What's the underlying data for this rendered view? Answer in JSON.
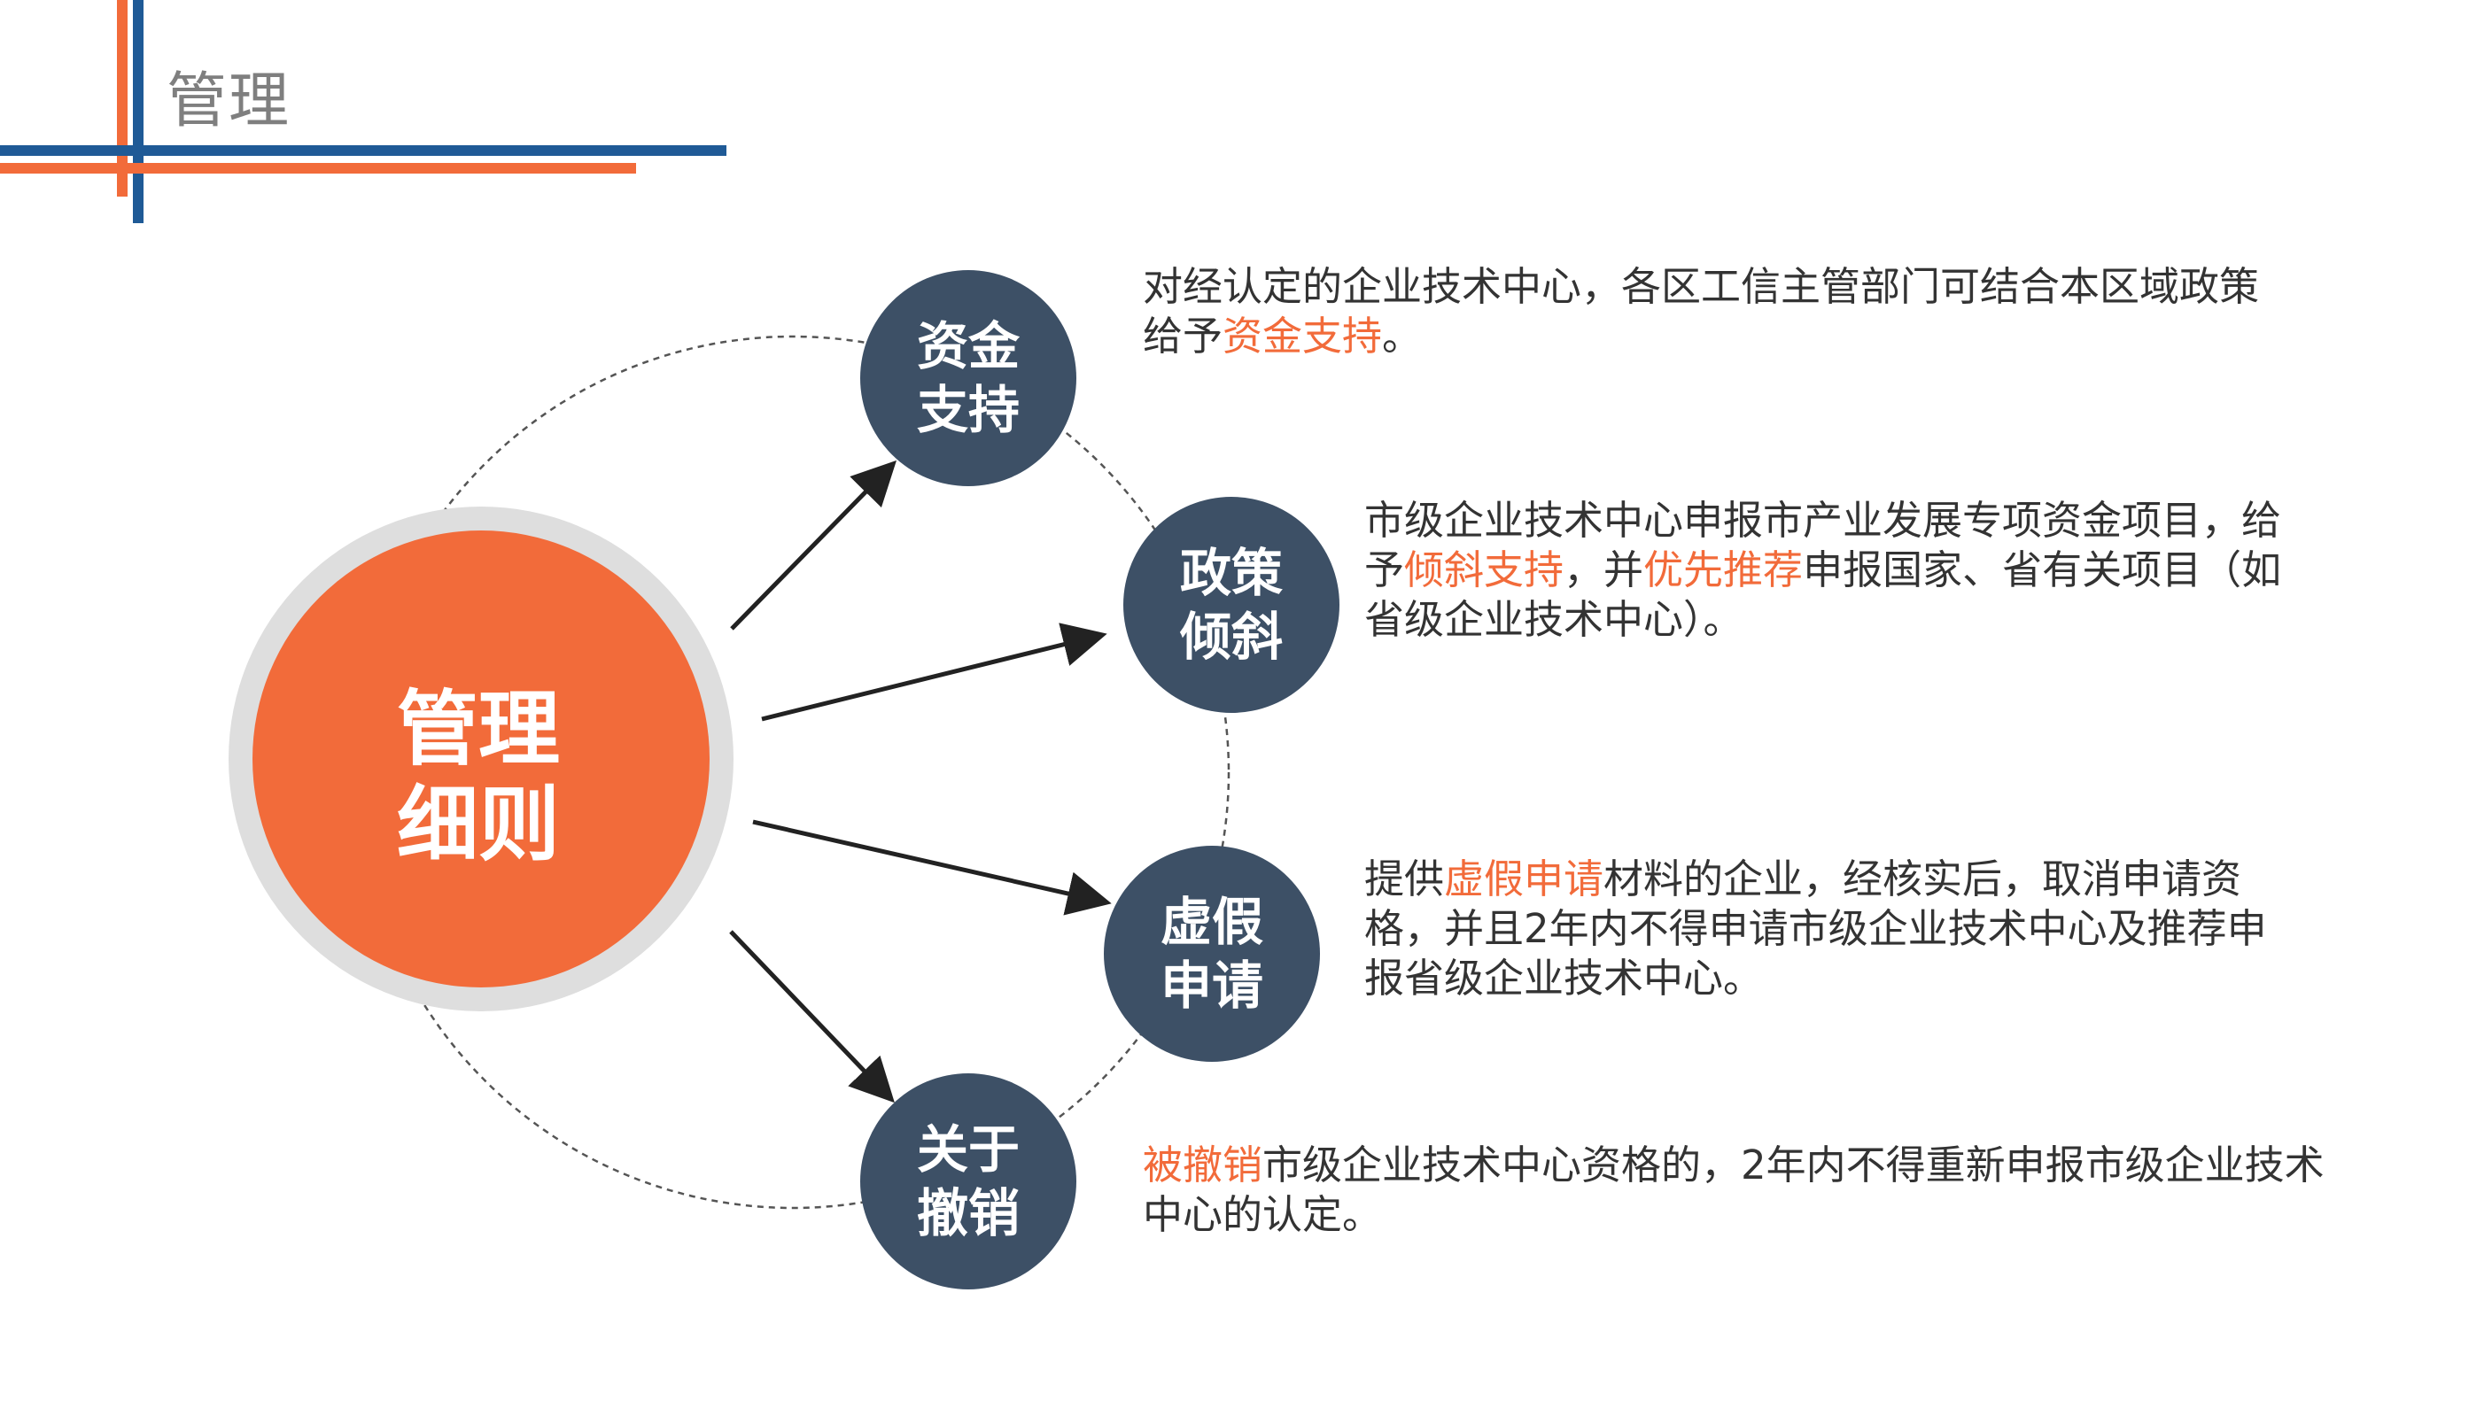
{
  "header": {
    "title": "管理"
  },
  "colors": {
    "accent_orange": "#f26b3a",
    "node_navy": "#3d5066",
    "line_blue": "#1f5a96",
    "ring_gray": "#dedede",
    "text_dark": "#333333"
  },
  "center": {
    "line1": "管理",
    "line2": "细则"
  },
  "nodes": [
    {
      "line1": "资金",
      "line2": "支持"
    },
    {
      "line1": "政策",
      "line2": "倾斜"
    },
    {
      "line1": "虚假",
      "line2": "申请"
    },
    {
      "line1": "关于",
      "line2": "撤销"
    }
  ],
  "descriptions": {
    "d1": {
      "p1": "对经认定的企业技术中心，各区工信主管部门可结合本区域政策给予",
      "h1": "资金支持",
      "p2": "。"
    },
    "d2": {
      "p1": "市级企业技术中心申报市产业发展专项资金项目，给予",
      "h1": "倾斜支持",
      "p2": "，并",
      "h2": "优先推荐",
      "p3": "申报国家、省有关项目（如省级企业技术中心）。"
    },
    "d3": {
      "p1": "提供",
      "h1": "虚假申请",
      "p2": "材料的企业，经核实后，取消申请资格，并且2年内不得申请市级企业技术中心及推荐申报省级企业技术中心。"
    },
    "d4": {
      "h1": "被撤销",
      "p1": "市级企业技术中心资格的，2年内不得重新申报市级企业技术中心的认定。"
    }
  }
}
